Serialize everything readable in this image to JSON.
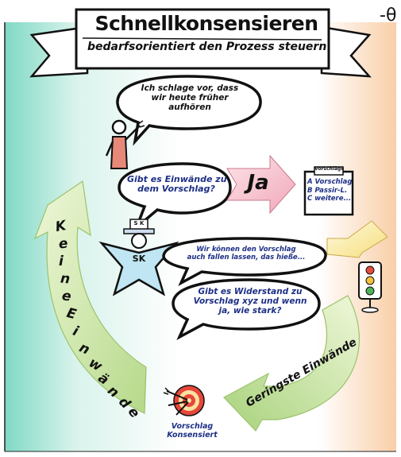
{
  "header": {
    "title": "Schnellkonsensieren",
    "subtitle": "bedarfsorientiert den Prozess steuern",
    "corner_mark": "-θ"
  },
  "bubbles": [
    {
      "lines": [
        "Ich schlage vor, dass",
        "wir heute früher",
        "aufhören"
      ]
    },
    {
      "lines": [
        "Gibt es Einwände zu",
        "dem Vorschlag?"
      ]
    },
    {
      "lines": [
        "Wir können den Vorschlag",
        "auch fallen lassen, das hieße..."
      ]
    },
    {
      "lines": [
        "Gibt es Widerstand zu",
        "Vorschlag xyz und wenn",
        "ja, wie stark?"
      ]
    }
  ],
  "note": {
    "header": "Vorschläge",
    "items": [
      "A Vorschlag",
      "B Passir-L.",
      "C weitere..."
    ]
  },
  "labels": {
    "ja": "Ja",
    "hat": "S K",
    "sk": "SK",
    "keine": "K",
    "keine_einwaende": "Keine Einwände",
    "geringste": "Geringste Einwände",
    "goal": [
      "Vorschlag",
      "Konsensiert"
    ]
  }
}
